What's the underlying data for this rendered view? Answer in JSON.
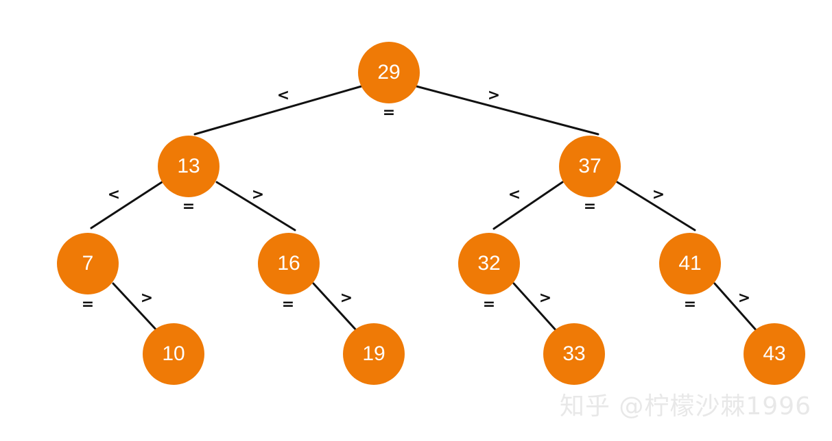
{
  "colors": {
    "node_fill": "#EF7A06",
    "node_text": "#ffffff",
    "edge": "#111111",
    "watermark": "#e8e8e8"
  },
  "nodes": [
    {
      "id": "n29",
      "value": "29"
    },
    {
      "id": "n13",
      "value": "13"
    },
    {
      "id": "n37",
      "value": "37"
    },
    {
      "id": "n7",
      "value": "7"
    },
    {
      "id": "n16",
      "value": "16"
    },
    {
      "id": "n32",
      "value": "32"
    },
    {
      "id": "n41",
      "value": "41"
    },
    {
      "id": "n10",
      "value": "10"
    },
    {
      "id": "n19",
      "value": "19"
    },
    {
      "id": "n33",
      "value": "33"
    },
    {
      "id": "n43",
      "value": "43"
    }
  ],
  "edges": [
    {
      "from": "n29",
      "to": "n13"
    },
    {
      "from": "n29",
      "to": "n37"
    },
    {
      "from": "n13",
      "to": "n7"
    },
    {
      "from": "n13",
      "to": "n16"
    },
    {
      "from": "n37",
      "to": "n32"
    },
    {
      "from": "n37",
      "to": "n41"
    },
    {
      "from": "n7",
      "to": "n10"
    },
    {
      "from": "n16",
      "to": "n19"
    },
    {
      "from": "n32",
      "to": "n33"
    },
    {
      "from": "n41",
      "to": "n43"
    }
  ],
  "edge_labels": [
    {
      "node": "n29",
      "labels": [
        "<",
        "=",
        ">"
      ]
    },
    {
      "node": "n13",
      "labels": [
        "<",
        "=",
        ">"
      ]
    },
    {
      "node": "n37",
      "labels": [
        "<",
        "=",
        ">"
      ]
    },
    {
      "node": "n7",
      "labels": [
        "=",
        ">"
      ]
    },
    {
      "node": "n16",
      "labels": [
        "=",
        ">"
      ]
    },
    {
      "node": "n32",
      "labels": [
        "=",
        ">"
      ]
    },
    {
      "node": "n41",
      "labels": [
        "=",
        ">"
      ]
    }
  ],
  "watermark": "知乎 @柠檬沙棘1996"
}
